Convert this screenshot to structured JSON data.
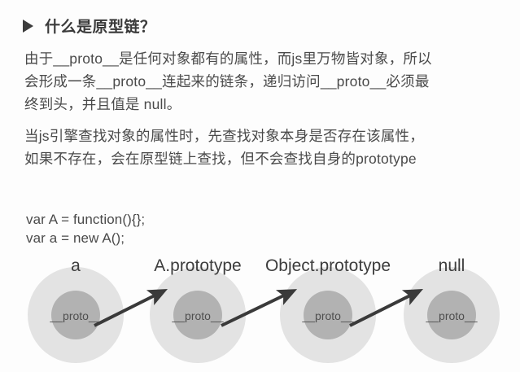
{
  "slide": {
    "heading": {
      "bullet_icon": "triangle-right-icon",
      "text": "什么是原型链？"
    },
    "paragraphs": [
      "由于__proto__是任何对象都有的属性，而js里万物皆对象，所以\n会形成一条__proto__连起来的链条，递归访问__proto__必须最\n终到头，并且值是 null。",
      "当js引擎查找对象的属性时，先查找对象本身是否存在该属性，\n如果不存在，会在原型链上查找，但不会查找自身的prototype"
    ],
    "code": "var A = function(){};\nvar a = new A();",
    "diagram": {
      "proto_label": "__proto__",
      "nodes": [
        {
          "id": "a",
          "label": "a"
        },
        {
          "id": "ap",
          "label": "A.prototype"
        },
        {
          "id": "op",
          "label": "Object.prototype"
        },
        {
          "id": "null",
          "label": "null"
        }
      ],
      "arrow_count": 3
    },
    "colors": {
      "background": "#fdfdfd",
      "text": "#4a4a4a",
      "heading": "#3a3a3a",
      "outer_circle": "#e3e3e3",
      "inner_circle": "#b2b2b2",
      "arrow": "#3a3a3a"
    }
  }
}
